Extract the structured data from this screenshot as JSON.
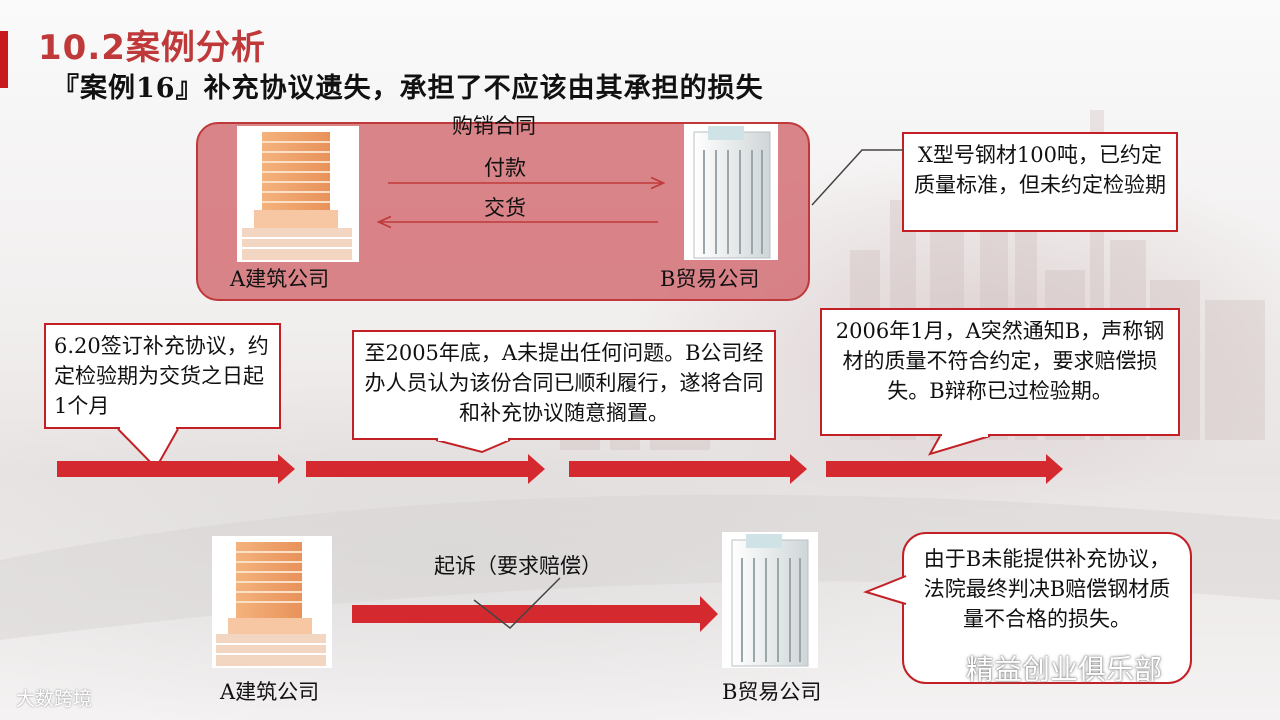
{
  "title": "10.2案例分析",
  "subtitle": "『案例16』补充协议遗失，承担了不应该由其承担的损失",
  "contract": {
    "header": "购销合同",
    "payment_label": "付款",
    "delivery_label": "交货",
    "party_a": "A建筑公司",
    "party_b": "B贸易公司"
  },
  "goods_note": "X型号钢材100吨，已约定质量标准，但未约定检验期",
  "timeline": [
    {
      "text": "6.20签订补充协议，约定检验期为交货之日起1个月"
    },
    {
      "text": "至2005年底，A未提出任何问题。B公司经办人员认为该份合同已顺利履行，遂将合同和补充协议随意搁置。"
    },
    {
      "text": "2006年1月，A突然通知B，声称钢材的质量不符合约定，要求赔偿损失。B辩称已过检验期。"
    }
  ],
  "lawsuit": {
    "label": "起诉（要求赔偿）",
    "party_a": "A建筑公司",
    "party_b": "B贸易公司"
  },
  "verdict": "由于B未能提供补充协议，法院最终判决B赔偿钢材质量不合格的损失。",
  "watermarks": {
    "left": "大数跨境",
    "right": "精益创业俱乐部"
  },
  "colors": {
    "accent_red": "#c8191e",
    "box_pink": "#d47076",
    "title_red": "#c0393a"
  }
}
